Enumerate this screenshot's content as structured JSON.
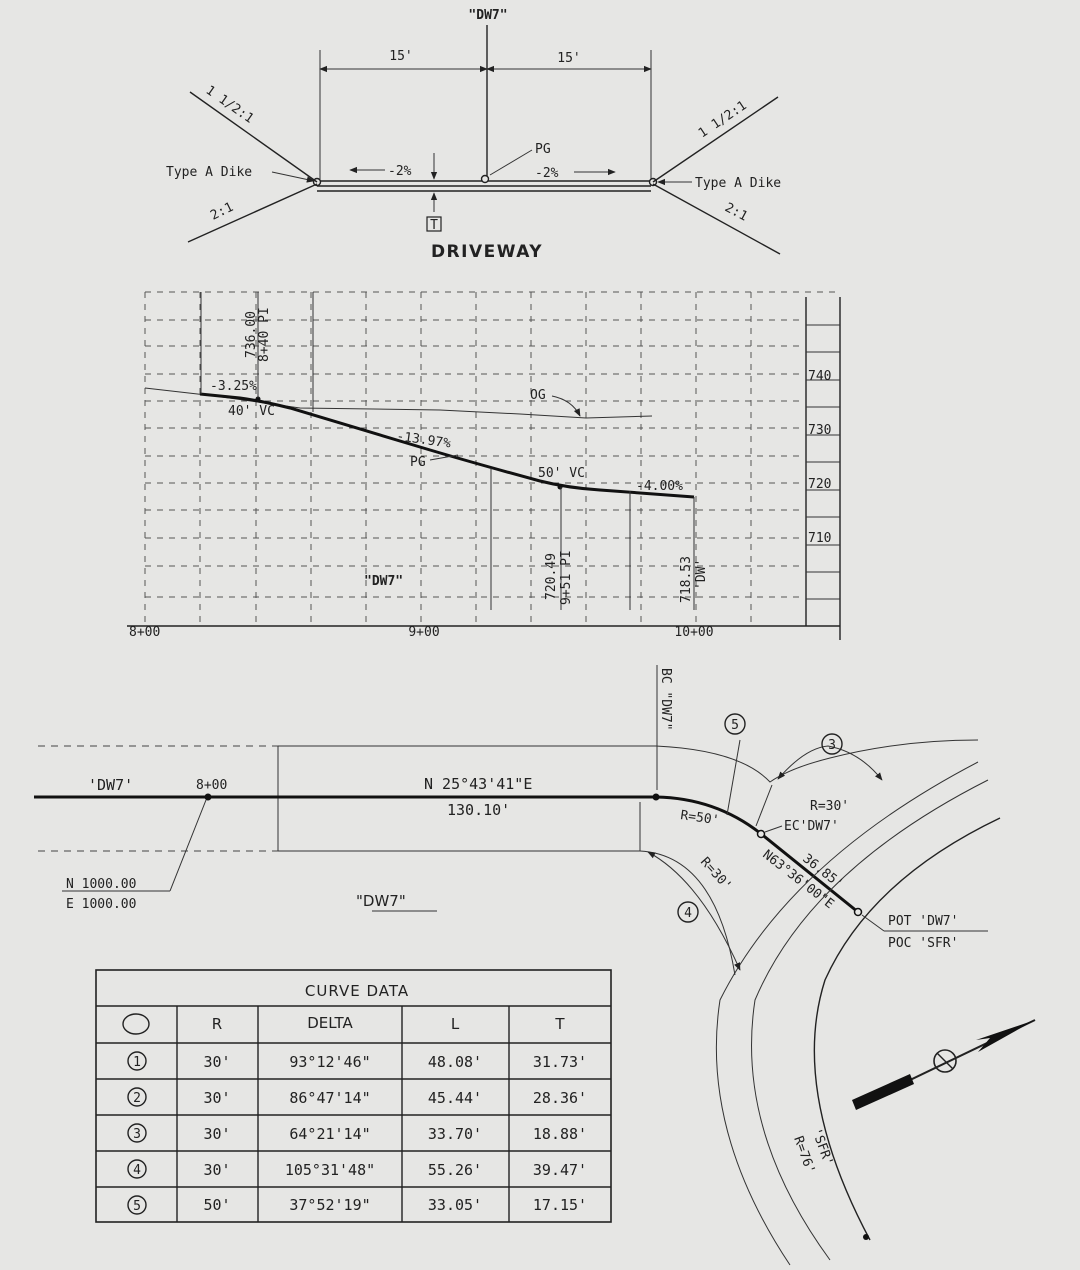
{
  "cross_section": {
    "centerline_label": "\"DW7\"",
    "width_left": "15'",
    "width_right": "15'",
    "slope_top_left": "1 1/2:1",
    "slope_top_right": "1 1/2:1",
    "slope_bottom_left": "2:1",
    "slope_bottom_right": "2:1",
    "dike_left": "Type A Dike",
    "dike_right": "Type A Dike",
    "grade_left": "-2%",
    "grade_right": "-2%",
    "pg_label": "PG",
    "thickness_marker": "T",
    "title": "DRIVEWAY"
  },
  "profile": {
    "elevations": [
      "740",
      "730",
      "720",
      "710"
    ],
    "stations": [
      "8+00",
      "9+00",
      "10+00"
    ],
    "pi1_elev": "736.00",
    "pi1_station": "8+40 PI",
    "grade1": "-3.25%",
    "vc1": "40' VC",
    "grade2": "-13.97%",
    "pg_label": "PG",
    "og_label": "OG",
    "vc2": "50' VC",
    "grade3": "-4.00%",
    "pi2_elev": "720.49",
    "pi2_station": "9+51 PI",
    "end_elev": "718.53",
    "end_label": "'DW'",
    "name": "\"DW7\""
  },
  "plan": {
    "alignment_label": "'DW7'",
    "start_station": "8+00",
    "bearing": "N 25°43'41\"E",
    "distance": "130.10'",
    "bc_label": "BC \"DW7\"",
    "curve5_marker": "5",
    "curve3_marker": "3",
    "curve4_marker": "4",
    "r50": "R=50'",
    "r30_right": "R=30'",
    "r30_lower": "R=30'",
    "ec_label": "EC'DW7'",
    "seg_distance": "36.85'",
    "seg_bearing": "N63°36'00\"E",
    "pot_label": "POT 'DW7'",
    "poc_label": "POC 'SFR'",
    "north": "N 1000.00",
    "east": "E 1000.00",
    "plan_title": "\"DW7\"",
    "sfr_label": "'SFR'",
    "sfr_radius": "R=76'"
  },
  "curve_data": {
    "title": "CURVE DATA",
    "headers": [
      "",
      "R",
      "DELTA",
      "L",
      "T"
    ],
    "rows": [
      {
        "no": "1",
        "r": "30'",
        "delta": "93°12'46\"",
        "l": "48.08'",
        "t": "31.73'"
      },
      {
        "no": "2",
        "r": "30'",
        "delta": "86°47'14\"",
        "l": "45.44'",
        "t": "28.36'"
      },
      {
        "no": "3",
        "r": "30'",
        "delta": "64°21'14\"",
        "l": "33.70'",
        "t": "18.88'"
      },
      {
        "no": "4",
        "r": "30'",
        "delta": "105°31'48\"",
        "l": "55.26'",
        "t": "39.47'"
      },
      {
        "no": "5",
        "r": "50'",
        "delta": "37°52'19\"",
        "l": "33.05'",
        "t": "17.15'"
      }
    ]
  }
}
